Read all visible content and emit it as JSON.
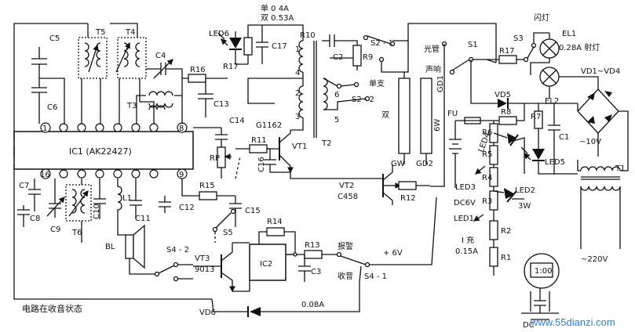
{
  "ic1": {
    "label": "IC1 (AK22427)",
    "pins": {
      "p1": "1",
      "p8": "8",
      "p16": "16",
      "p9": "9"
    }
  },
  "ic2": {
    "label": "IC2"
  },
  "transformers": {
    "t5": "T5",
    "t4": "T4",
    "t3": "T3",
    "t6": "T6",
    "t2": "T2",
    "t1": "T1",
    "t1_primary": "~220V",
    "t1_secondary": "~10V"
  },
  "capacitors": {
    "c5": "C5",
    "c6": "C6",
    "c4": "C4",
    "c13": "C13",
    "c14": "C14",
    "c16": "C16",
    "c7": "C7",
    "c8": "C8",
    "c9": "C9",
    "c10": "C10",
    "c11": "C11",
    "c12": "C12",
    "c15": "C15",
    "c17": "C17",
    "c2": "C2",
    "c3": "C3",
    "c1": "C1"
  },
  "resistors": {
    "r16": "R16",
    "rp": "RP",
    "r15": "R15",
    "r11": "R11",
    "r17": "R17",
    "r10": "R10",
    "r9": "R9",
    "r12": "R12",
    "r13": "R13",
    "r14": "R14",
    "r8": "R8",
    "r7": "R7",
    "r6": "R6",
    "r5": "R5",
    "r4": "R4",
    "r3": "R3",
    "r2": "R2",
    "r1": "R1"
  },
  "transistors": {
    "vt1": "VT1",
    "vt1_type": "G1162",
    "vt2": "VT2",
    "vt2_type": "C458",
    "vt3": "VT3",
    "vt3_type": "9013"
  },
  "leds": {
    "led1": "LED1",
    "led2": "LED2",
    "led2_power": "3W",
    "led3": "LED3",
    "led4": "LED4",
    "led5": "LED5",
    "led6": "LED6"
  },
  "diodes": {
    "vd5": "VD5",
    "vd6": "VD6",
    "vd1_vd4": "VD1~VD4"
  },
  "lamps": {
    "el1": "EL1",
    "el1_spec": "0.28A 射灯",
    "el2": "EL2",
    "flash_light": "闪灯",
    "gw": "GW",
    "gd2": "GD2",
    "gd1": "GD1",
    "tube_watts": "6W"
  },
  "switches": {
    "s1": "S1",
    "s2_1": "S2 - 1",
    "s2_2": "S2 - 2",
    "s3": "S3",
    "s4_1": "S4 - 1",
    "s4_2": "S4 - 2",
    "s5": "S5",
    "light_tube": "光管",
    "sound": "声响",
    "single": "单支",
    "double": "双",
    "alarm": "报警",
    "radio": "收音"
  },
  "misc": {
    "l1": "L1",
    "bl": "BL",
    "fu": "FU",
    "battery": "DC6V",
    "charge_label": "I 充",
    "charge_current": "0.15A",
    "supply": "+ 6V",
    "current_single": "单 0 4A",
    "current_double": "双 0.53A",
    "current_radio": "0.08A",
    "status_note": "电路在收音状态",
    "clock": "1:00",
    "dc_label": "DC",
    "coil_pins": {
      "n1": "1",
      "n4": "4",
      "n2": "2",
      "n3": "3",
      "n6": "6",
      "n5": "5"
    }
  },
  "watermark": "www.55dianzi.com"
}
